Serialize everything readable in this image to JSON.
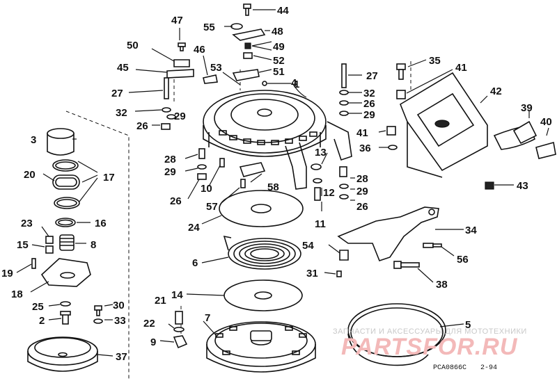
{
  "callouts": {
    "c1": "1",
    "c2": "2",
    "c3": "3",
    "c4": "4",
    "c5": "5",
    "c6": "6",
    "c7": "7",
    "c8": "8",
    "c9": "9",
    "c10": "10",
    "c11": "11",
    "c12": "12",
    "c13": "13",
    "c14": "14",
    "c15": "15",
    "c16": "16",
    "c17": "17",
    "c18": "18",
    "c19": "19",
    "c20": "20",
    "c21": "21",
    "c22": "22",
    "c23": "23",
    "c24": "24",
    "c25": "25",
    "c26a": "26",
    "c26b": "26",
    "c26c": "26",
    "c26d": "26",
    "c27a": "27",
    "c27b": "27",
    "c28a": "28",
    "c28b": "28",
    "c29a": "29",
    "c29b": "29",
    "c29c": "29",
    "c29d": "29",
    "c30": "30",
    "c31": "31",
    "c32a": "32",
    "c32b": "32",
    "c33": "33",
    "c34": "34",
    "c35": "35",
    "c36": "36",
    "c37": "37",
    "c38": "38",
    "c39": "39",
    "c40": "40",
    "c41a": "41",
    "c41b": "41",
    "c42": "42",
    "c43": "43",
    "c44": "44",
    "c45": "45",
    "c46": "46",
    "c47": "47",
    "c48": "48",
    "c49": "49",
    "c50": "50",
    "c51": "51",
    "c52": "52",
    "c53": "53",
    "c54": "54",
    "c55": "55",
    "c56": "56",
    "c57": "57",
    "c58": "58"
  },
  "reference_code": "PCA0866C",
  "reference_date": "2-94",
  "watermark": {
    "caption": "ЗАПЧАСТИ И АКСЕССУАРЫ ДЛЯ МОТОТЕХНИКИ",
    "site": "PARTSFOR.RU"
  }
}
